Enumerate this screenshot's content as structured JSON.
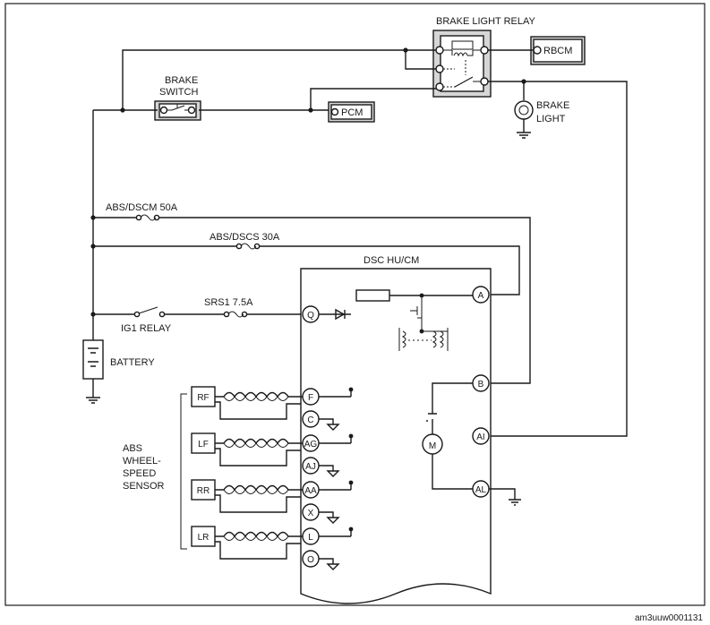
{
  "labels": {
    "brake_light_relay": "BRAKE LIGHT RELAY",
    "rbcm": "RBCM",
    "brake_switch_1": "BRAKE",
    "brake_switch_2": "SWITCH",
    "pcm": "PCM",
    "brake_light_1": "BRAKE",
    "brake_light_2": "LIGHT",
    "fuse_abs_dscm": "ABS/DSCM 50A",
    "fuse_abs_dscs": "ABS/DSCS 30A",
    "dsc_hu_cm": "DSC HU/CM",
    "fuse_srs1": "SRS1 7.5A",
    "ig1_relay": "IG1 RELAY",
    "battery": "BATTERY",
    "abs_sensor_1": "ABS",
    "abs_sensor_2": "WHEEL-",
    "abs_sensor_3": "SPEED",
    "abs_sensor_4": "SENSOR",
    "figure_id": "am3uuw0001131"
  },
  "sensors": [
    "RF",
    "LF",
    "RR",
    "LR"
  ],
  "left_pins": [
    "Q",
    "F",
    "C",
    "AG",
    "AJ",
    "AA",
    "X",
    "L",
    "O"
  ],
  "right_pins": [
    "A",
    "B",
    "AI",
    "AL"
  ],
  "icons": {
    "fuse": "fuse-icon",
    "switch": "switch-icon",
    "ground": "ground-icon",
    "lamp": "lamp-icon",
    "motor": "motor-icon",
    "diode": "diode-icon",
    "coil": "coil-icon"
  }
}
